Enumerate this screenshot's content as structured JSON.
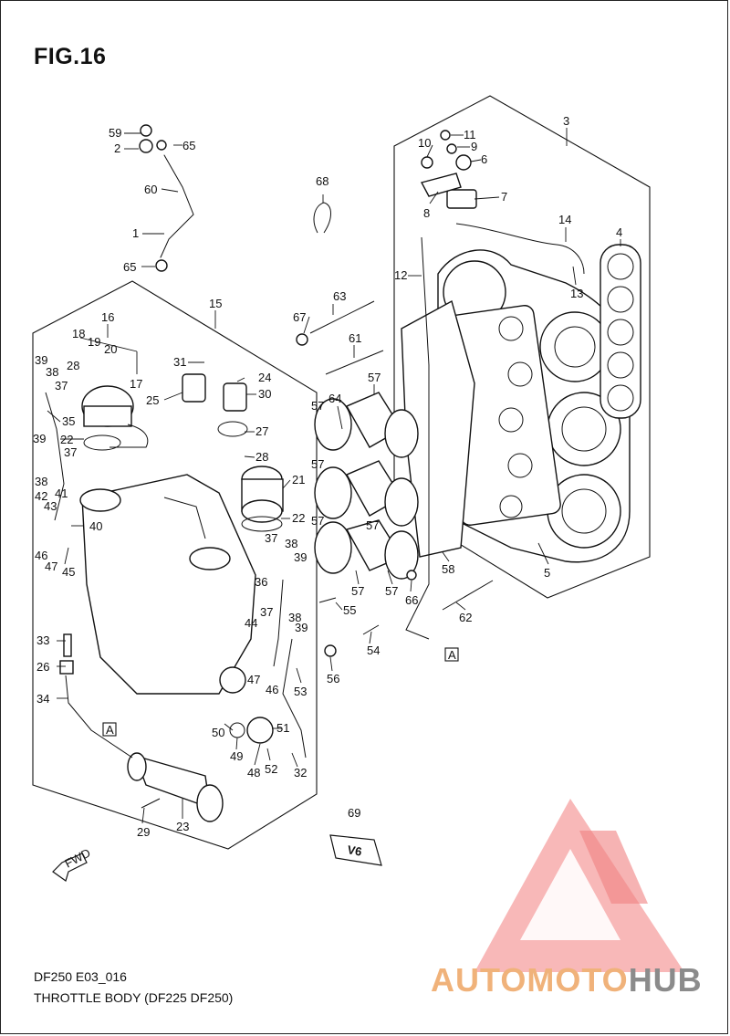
{
  "figure": {
    "title": "FIG.16",
    "diagram_code": "DF250 E03_016",
    "caption": "THROTTLE BODY (DF225 DF250)"
  },
  "callouts": [
    "1",
    "2",
    "3",
    "4",
    "5",
    "6",
    "7",
    "8",
    "9",
    "10",
    "11",
    "12",
    "13",
    "14",
    "15",
    "16",
    "17",
    "18",
    "19",
    "20",
    "21",
    "22",
    "23",
    "24",
    "25",
    "26",
    "27",
    "28",
    "29",
    "30",
    "31",
    "32",
    "33",
    "34",
    "35",
    "36",
    "37",
    "38",
    "39",
    "40",
    "41",
    "42",
    "43",
    "44",
    "45",
    "46",
    "47",
    "48",
    "49",
    "50",
    "51",
    "52",
    "53",
    "54",
    "55",
    "56",
    "57",
    "58",
    "59",
    "60",
    "61",
    "62",
    "63",
    "64",
    "65",
    "66",
    "67",
    "68",
    "69"
  ],
  "reference_marks": [
    "A"
  ],
  "badges": {
    "fwd": "FWD",
    "v6": "V6"
  },
  "watermark": {
    "part1": "AUTO",
    "part2": "MOTO",
    "part3": "HUB",
    "colors": {
      "triangle": "#f08080",
      "text_warm": "#f0b27a",
      "text_gray": "#8b8b8b"
    }
  }
}
